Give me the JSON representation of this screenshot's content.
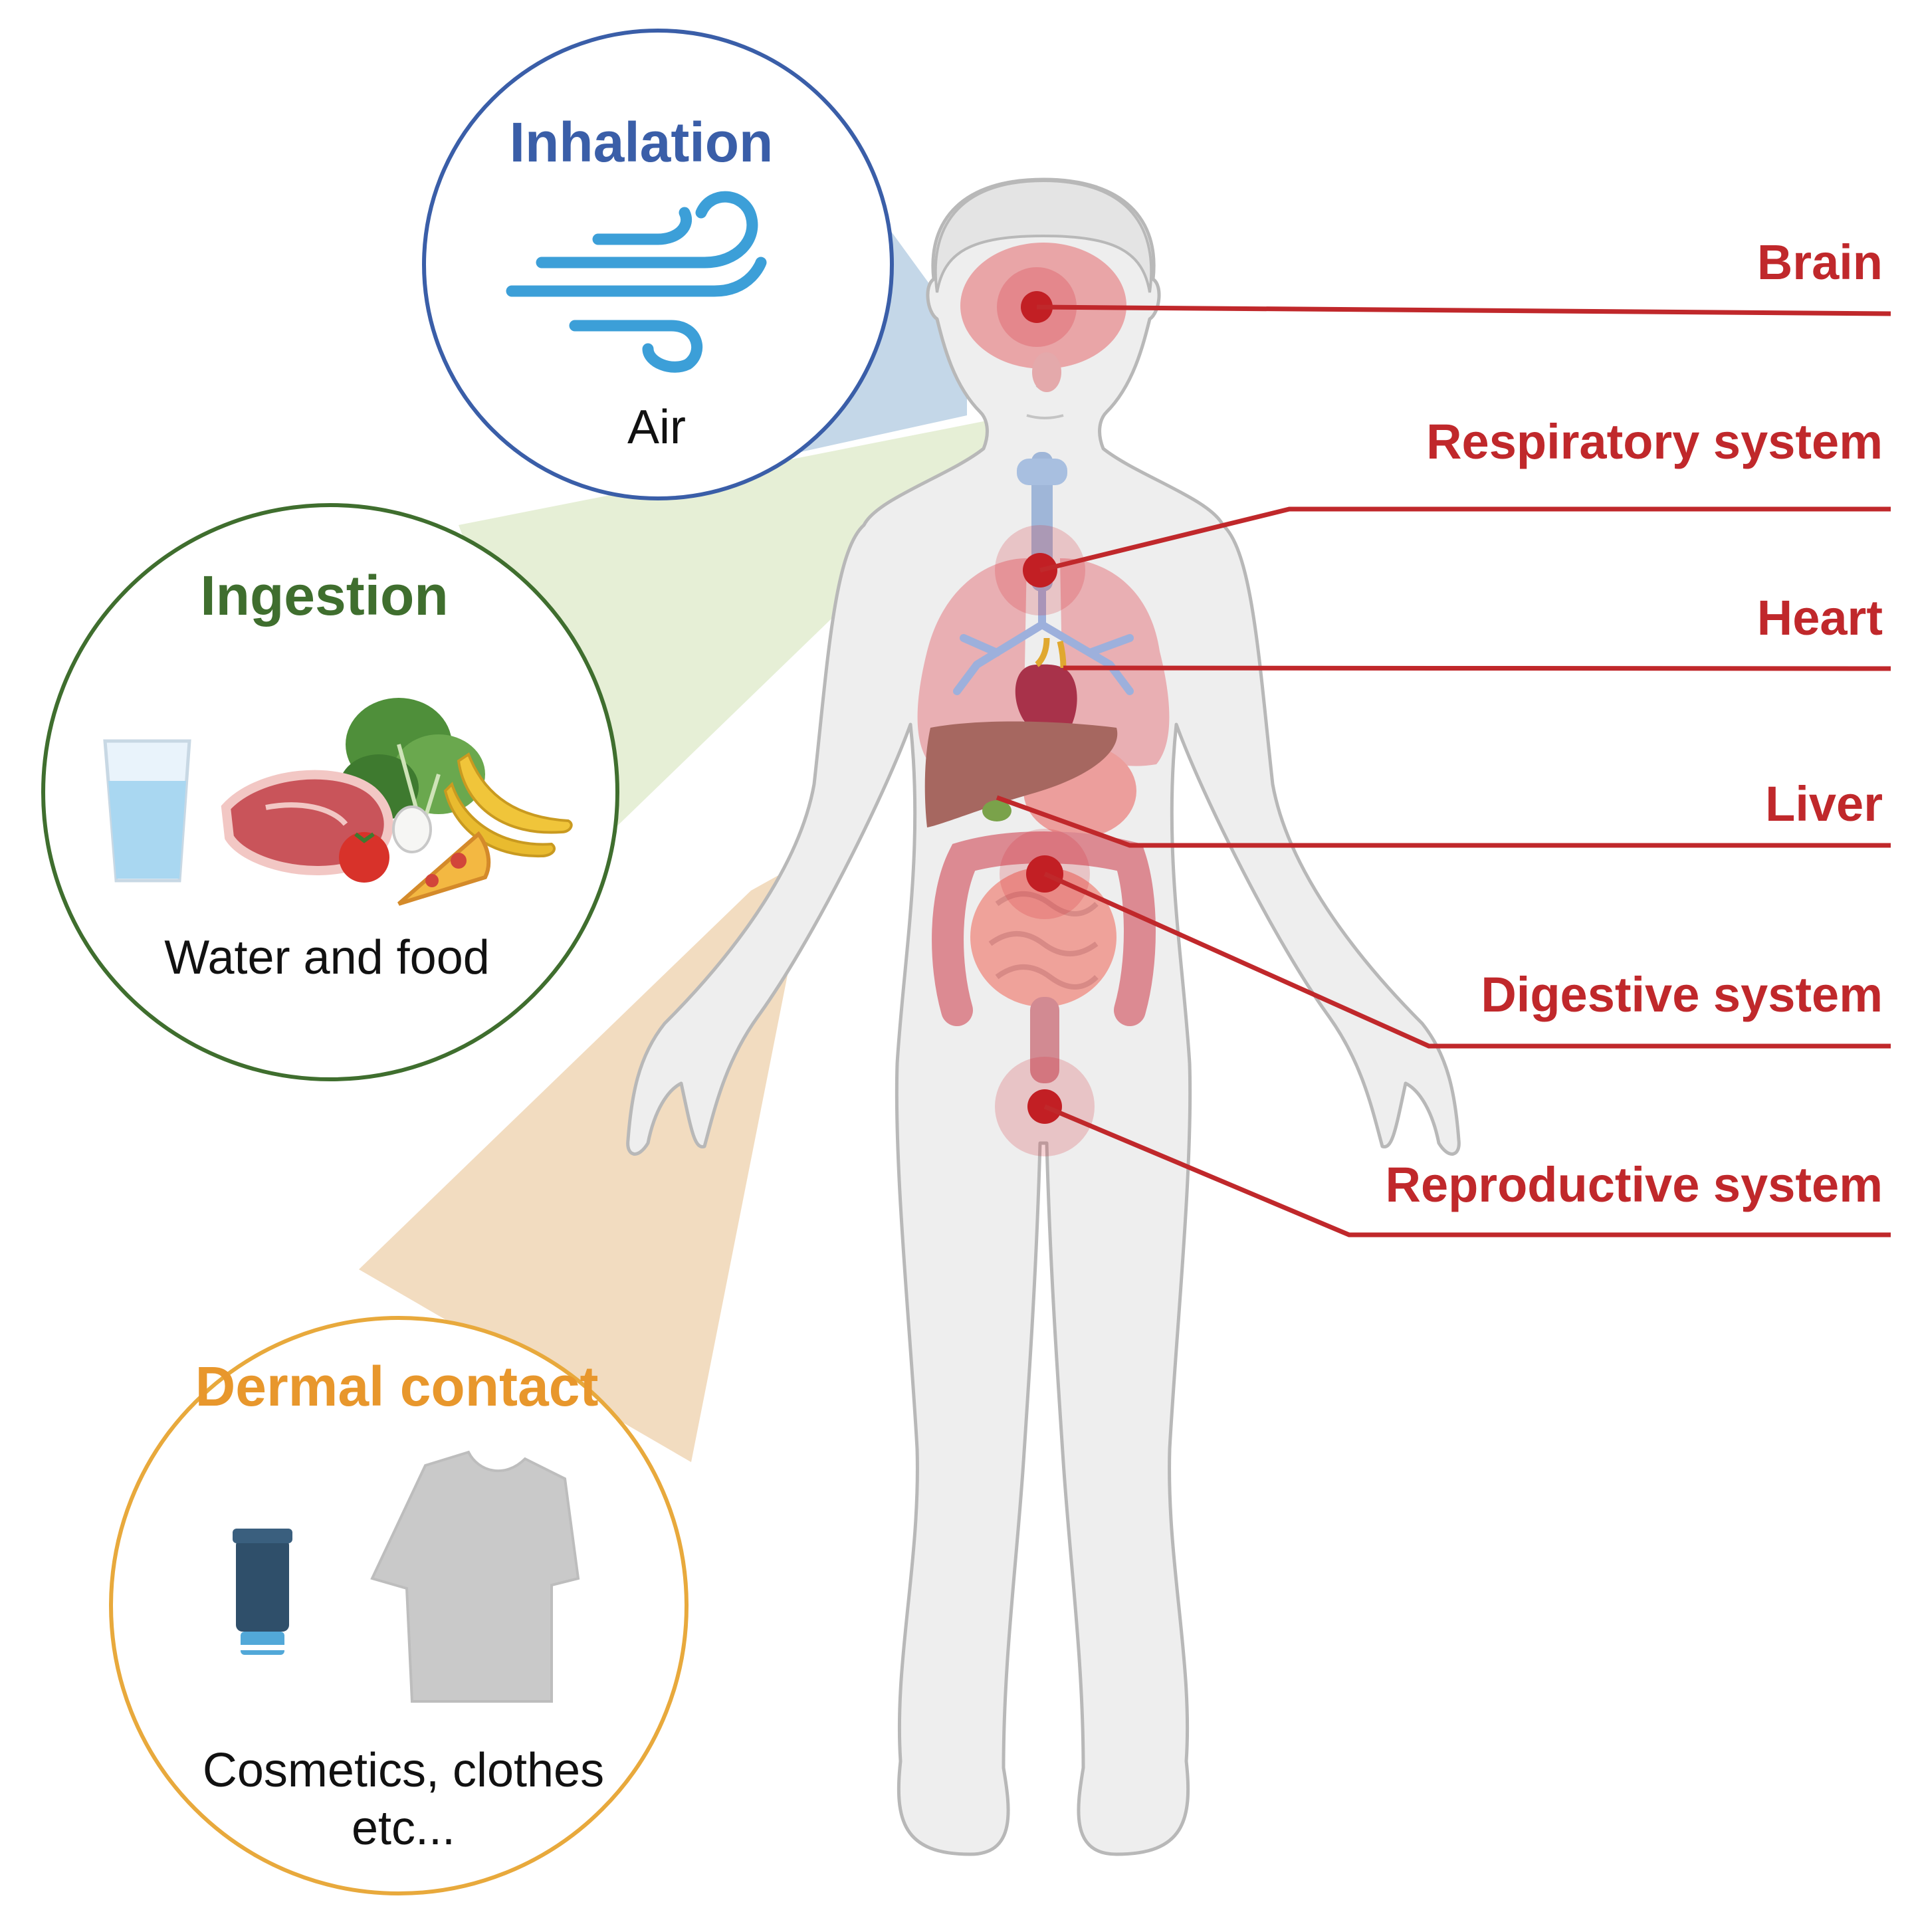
{
  "colors": {
    "inhalation": "#3a5ea8",
    "ingestion": "#3f6e2e",
    "dermal": "#e8972c",
    "organ": "#c0282b",
    "air": "#3c9fd8",
    "body": "#eeeeee",
    "body_outline": "#b8b8b8"
  },
  "routes": {
    "inhalation": {
      "title": "Inhalation",
      "caption": "Air",
      "icon": "wind-icon"
    },
    "ingestion": {
      "title": "Ingestion",
      "caption": "Water and food",
      "icon": "food-icon"
    },
    "dermal": {
      "title": "Dermal contact",
      "caption_line1": "Cosmetics, clothes",
      "caption_line2": "etc...",
      "icon": "tshirt-icon"
    }
  },
  "organs": [
    {
      "label": "Brain"
    },
    {
      "label": "Respiratory system"
    },
    {
      "label": "Heart"
    },
    {
      "label": "Liver"
    },
    {
      "label": "Digestive system"
    },
    {
      "label": "Reproductive system"
    }
  ]
}
